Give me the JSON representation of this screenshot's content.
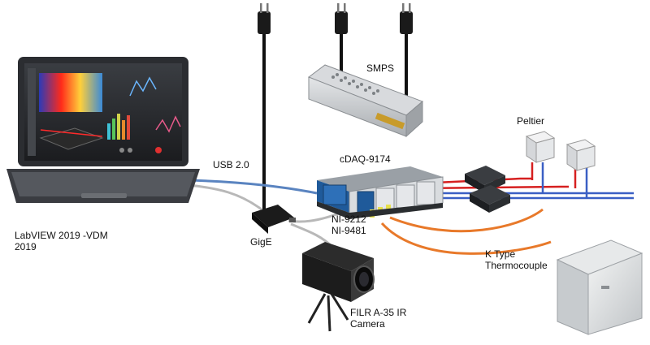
{
  "labels": {
    "smps": "SMPS",
    "peltier": "Peltier",
    "cdaq": "cDAQ-9174",
    "usb": "USB 2.0",
    "labview_line1": "LabVIEW 2019 -VDM",
    "labview_line2": "2019",
    "gige": "GigE",
    "ni9212": "NI-9212",
    "ni9481": "NI-9481",
    "thermocouple_line1": "K Type",
    "thermocouple_line2": "Thermocouple",
    "camera_line1": "FILR A-35 IR",
    "camera_line2": "Camera"
  },
  "colors": {
    "usb_cable": "#5a84c0",
    "gige_cable": "#b8b8b8",
    "power_cord": "#111111",
    "red_wire": "#d62020",
    "blue_wire": "#3a5fc4",
    "thermocouple_wire": "#e8792a",
    "laptop_body": "#2b2d31",
    "chassis_blue": "#1f5a9a"
  }
}
